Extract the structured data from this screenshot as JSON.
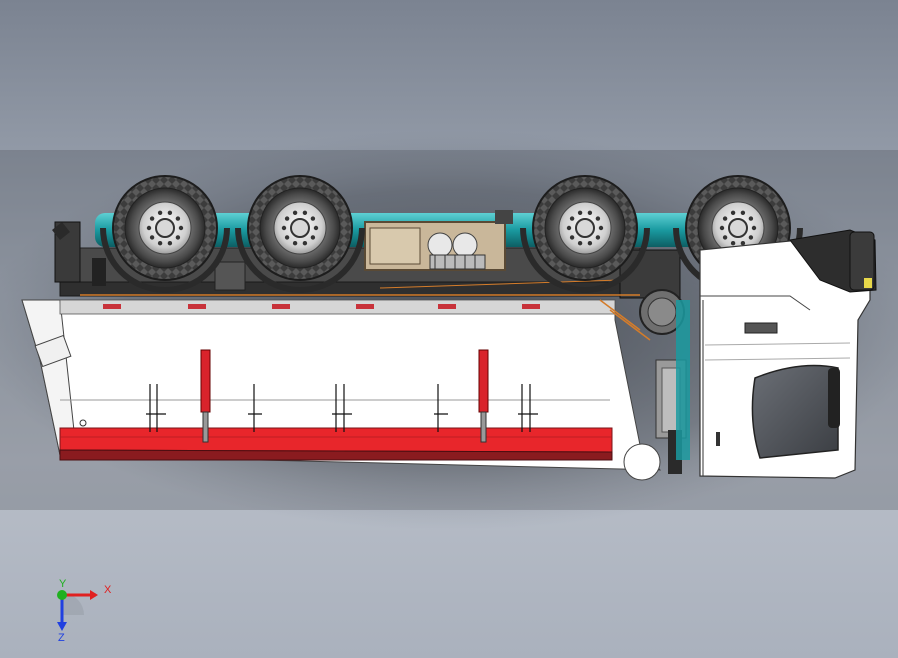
{
  "viewport": {
    "background_top": "#7b8391",
    "background_bottom": "#b8bec8"
  },
  "model": {
    "body_color": "#ffffff",
    "blade_color": "#e8262b",
    "blade_dark": "#8a1b1f",
    "cylinder_color": "#d9232b",
    "tank_color": "#1a9aa0",
    "tire_color": "#555555",
    "frame_color": "#3a3a3a",
    "wheel_count": 4
  },
  "triad": {
    "x_label": "X",
    "y_label": "Y",
    "z_label": "Z",
    "x_color": "#e02020",
    "y_color": "#20b020",
    "z_color": "#2040e0"
  }
}
